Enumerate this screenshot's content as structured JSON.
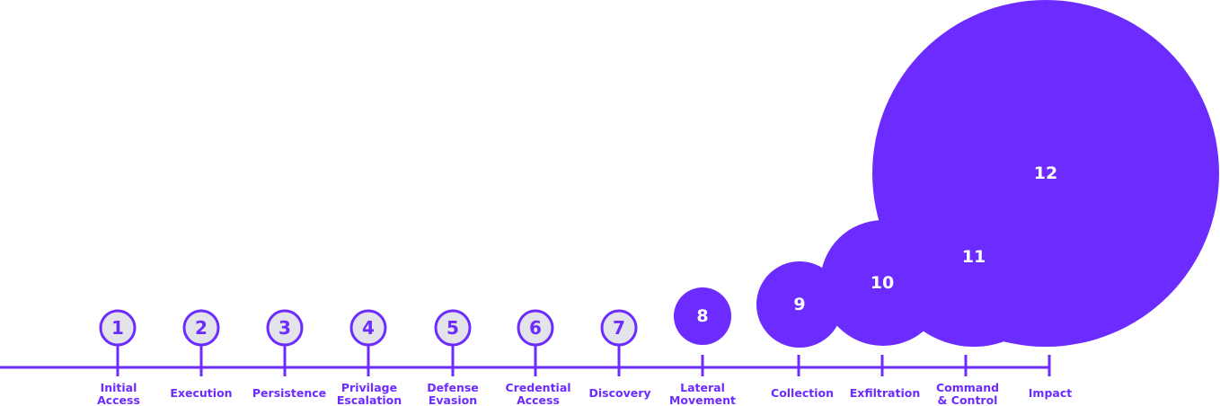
{
  "colors": {
    "accent": "#6c2bff",
    "small_fill": "#e4e3ea",
    "large_text": "#ffffff",
    "background": "#ffffff"
  },
  "stages": [
    {
      "number": "1",
      "label": [
        "Initial",
        "Access"
      ]
    },
    {
      "number": "2",
      "label": [
        "Execution"
      ]
    },
    {
      "number": "3",
      "label": [
        "Persistence"
      ]
    },
    {
      "number": "4",
      "label": [
        "Privilage",
        "Escalation"
      ]
    },
    {
      "number": "5",
      "label": [
        "Defense",
        "Evasion"
      ]
    },
    {
      "number": "6",
      "label": [
        "Credential",
        "Access"
      ]
    },
    {
      "number": "7",
      "label": [
        "Discovery"
      ]
    },
    {
      "number": "8",
      "label": [
        "Lateral",
        "Movement"
      ]
    },
    {
      "number": "9",
      "label": [
        "Collection"
      ]
    },
    {
      "number": "10",
      "label": [
        "Exfiltration"
      ]
    },
    {
      "number": "11",
      "label": [
        "Command",
        "& Control"
      ]
    },
    {
      "number": "12",
      "label": [
        "Impact"
      ]
    }
  ]
}
